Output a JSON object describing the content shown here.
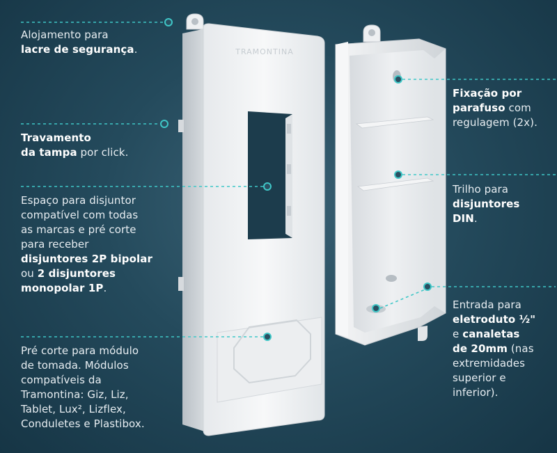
{
  "brand_mark": "TRAMONTINA",
  "colors": {
    "background": "#244a5c",
    "accent_line": "#3fc7c7",
    "box_body": "#f3f4f5",
    "box_shadow": "#c9ced3"
  },
  "callouts_left": [
    {
      "lines": [
        [
          {
            "t": "Alojamento para",
            "b": false
          }
        ],
        [
          {
            "t": "lacre de segurança",
            "b": true
          },
          {
            "t": ".",
            "b": false
          }
        ]
      ]
    },
    {
      "lines": [
        [
          {
            "t": "Travamento",
            "b": true
          }
        ],
        [
          {
            "t": "da tampa",
            "b": true
          },
          {
            "t": " por click.",
            "b": false
          }
        ]
      ]
    },
    {
      "lines": [
        [
          {
            "t": "Espaço para disjuntor",
            "b": false
          }
        ],
        [
          {
            "t": "compatível com todas",
            "b": false
          }
        ],
        [
          {
            "t": "as marcas e pré corte",
            "b": false
          }
        ],
        [
          {
            "t": "para receber",
            "b": false
          }
        ],
        [
          {
            "t": "disjuntores 2P bipolar",
            "b": true
          }
        ],
        [
          {
            "t": "ou ",
            "b": false
          },
          {
            "t": "2 disjuntores",
            "b": true
          }
        ],
        [
          {
            "t": "monopolar 1P",
            "b": true
          },
          {
            "t": ".",
            "b": false
          }
        ]
      ]
    },
    {
      "lines": [
        [
          {
            "t": "Pré corte para módulo",
            "b": false
          }
        ],
        [
          {
            "t": "de tomada. Módulos",
            "b": false
          }
        ],
        [
          {
            "t": "compatíveis da",
            "b": false
          }
        ],
        [
          {
            "t": "Tramontina: Giz, Liz,",
            "b": false
          }
        ],
        [
          {
            "t": "Tablet, Lux², Lizflex,",
            "b": false
          }
        ],
        [
          {
            "t": "Conduletes e Plastibox.",
            "b": false
          }
        ]
      ]
    }
  ],
  "callouts_right": [
    {
      "lines": [
        [
          {
            "t": "Fixação por",
            "b": true
          }
        ],
        [
          {
            "t": "parafuso",
            "b": true
          },
          {
            "t": " com",
            "b": false
          }
        ],
        [
          {
            "t": "regulagem (2x).",
            "b": false
          }
        ]
      ]
    },
    {
      "lines": [
        [
          {
            "t": "Trilho para",
            "b": false
          }
        ],
        [
          {
            "t": "disjuntores",
            "b": true
          }
        ],
        [
          {
            "t": "DIN",
            "b": true
          },
          {
            "t": ".",
            "b": false
          }
        ]
      ]
    },
    {
      "lines": [
        [
          {
            "t": "Entrada para",
            "b": false
          }
        ],
        [
          {
            "t": "eletroduto ½\"",
            "b": true
          }
        ],
        [
          {
            "t": "e ",
            "b": false
          },
          {
            "t": "canaletas",
            "b": true
          }
        ],
        [
          {
            "t": "de 20mm",
            "b": true
          },
          {
            "t": " (nas",
            "b": false
          }
        ],
        [
          {
            "t": "extremidades",
            "b": false
          }
        ],
        [
          {
            "t": "superior e",
            "b": false
          }
        ],
        [
          {
            "t": "inferior).",
            "b": false
          }
        ]
      ]
    }
  ]
}
